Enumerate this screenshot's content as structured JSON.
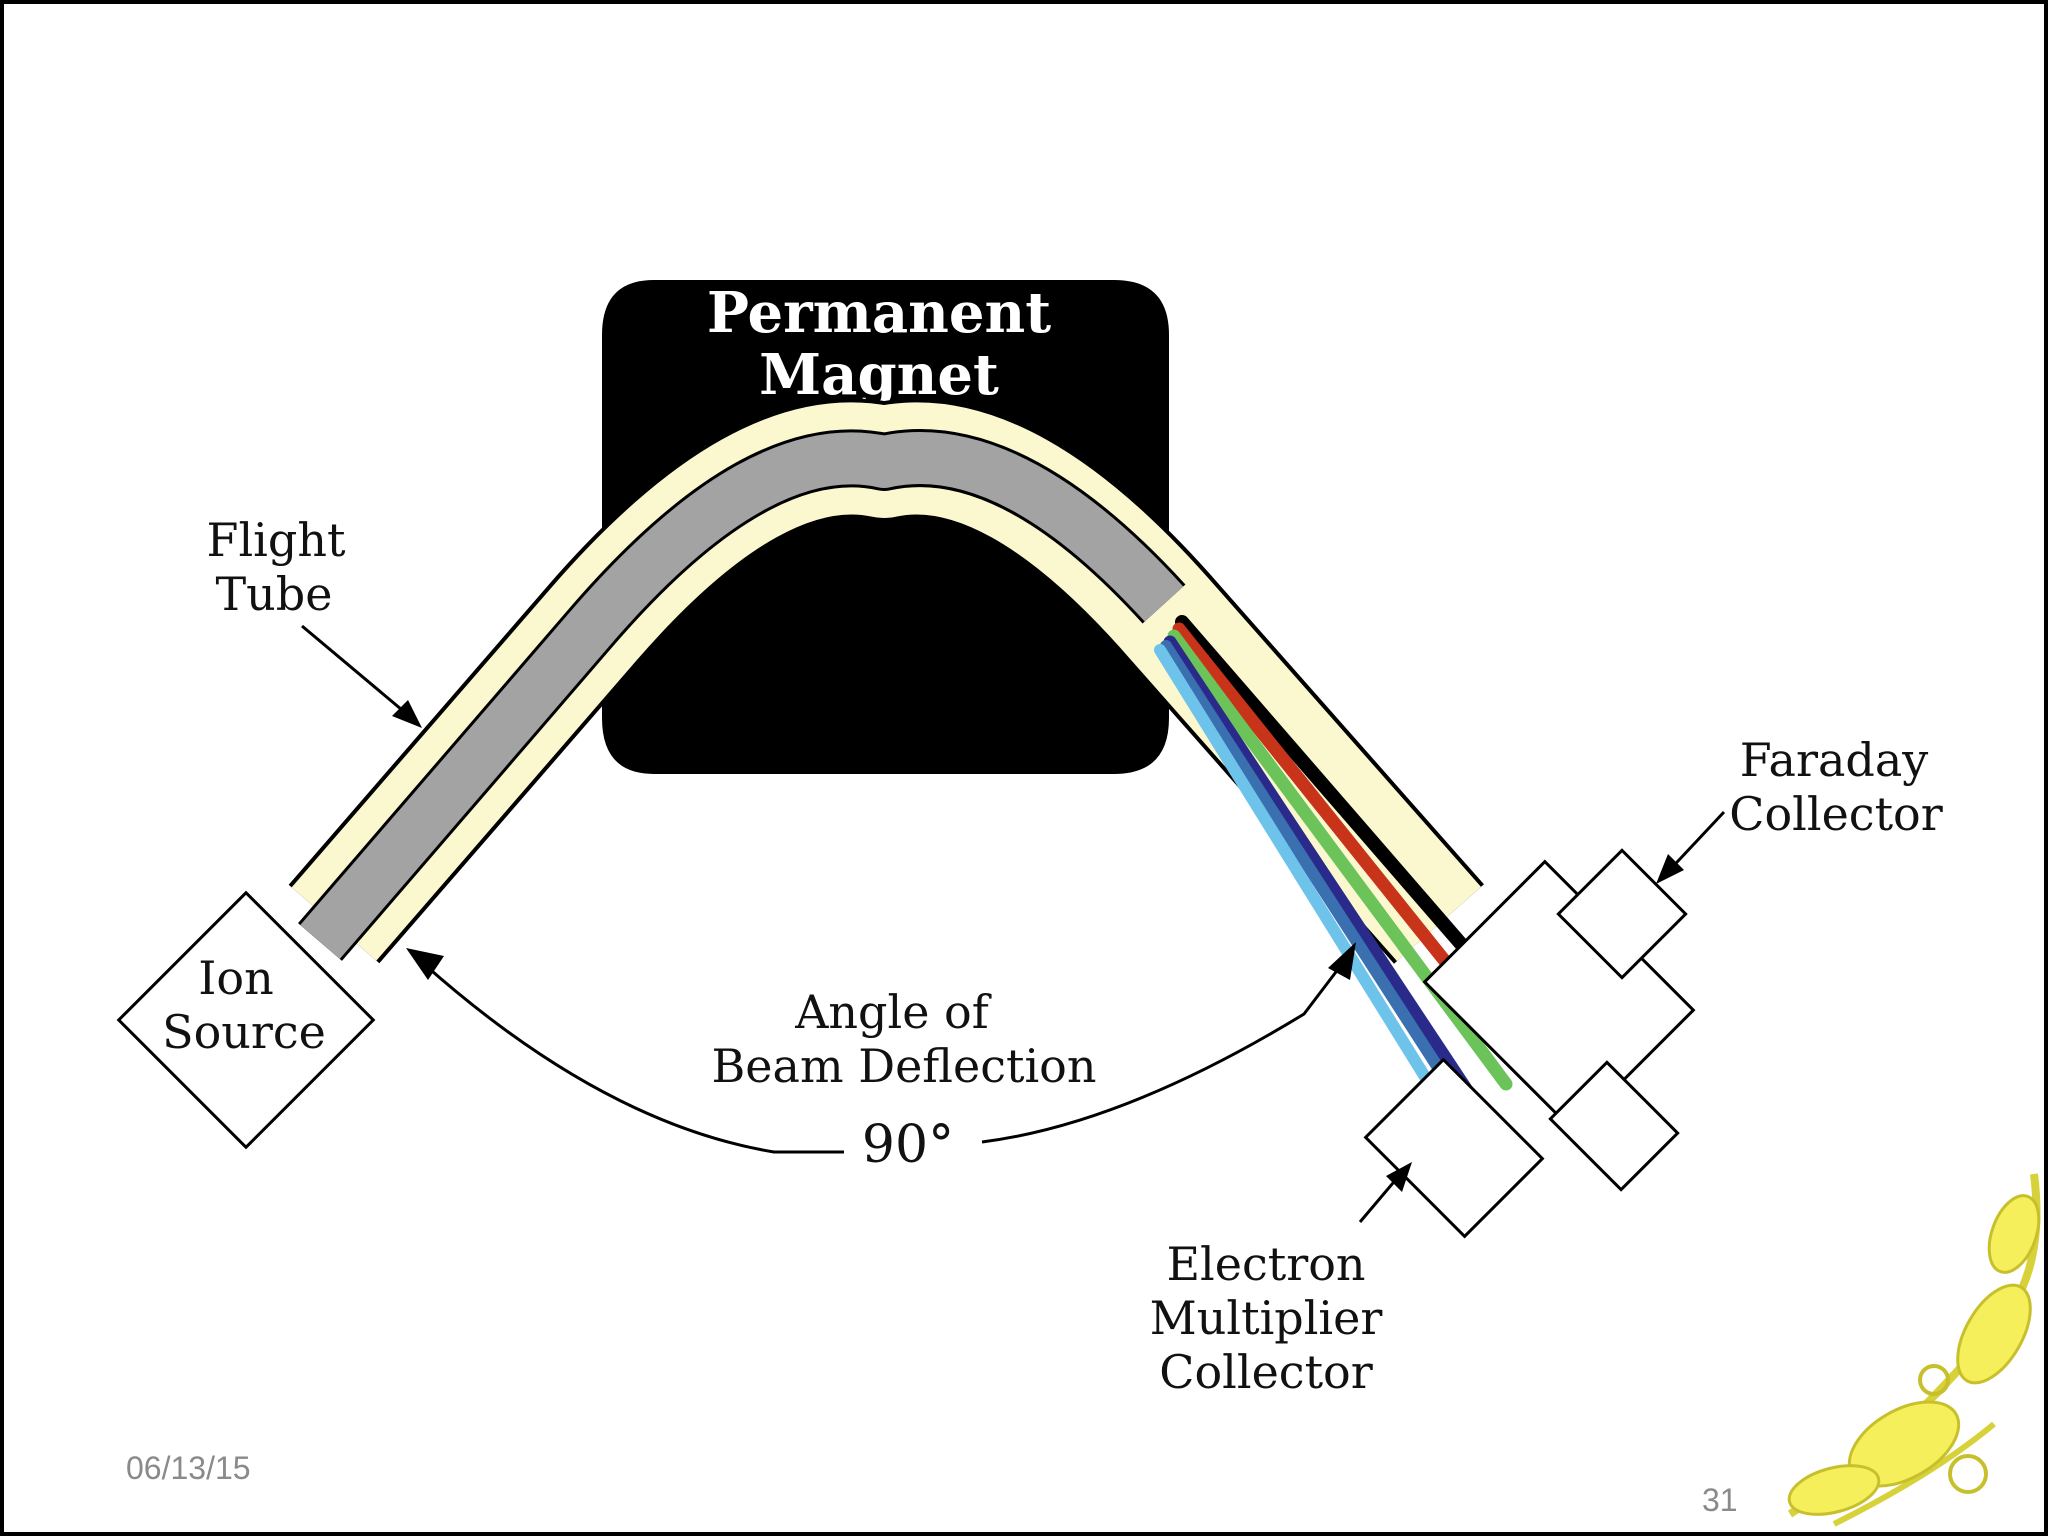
{
  "diagram": {
    "magnet_label": [
      "Permanent",
      "Magnet"
    ],
    "flight_tube_label": [
      "Flight",
      "Tube"
    ],
    "ion_source_label": [
      "Ion",
      "Source"
    ],
    "angle_label": [
      "Angle of",
      "Beam Deflection"
    ],
    "angle_value": "90°",
    "faraday_label": [
      "Faraday",
      "Collector"
    ],
    "electron_label": [
      "Electron",
      "Multiplier",
      "Collector"
    ],
    "beam_colors": [
      "#000000",
      "#c8341a",
      "#6cc35a",
      "#2a2a8a",
      "#3a6fb0",
      "#6ec3ea"
    ]
  },
  "footer": {
    "date": "06/13/15",
    "page_number": "31"
  },
  "colors": {
    "tube_fill": "#fbf8cf",
    "beam_gray": "#a3a3a3",
    "magnet": "#000000"
  }
}
